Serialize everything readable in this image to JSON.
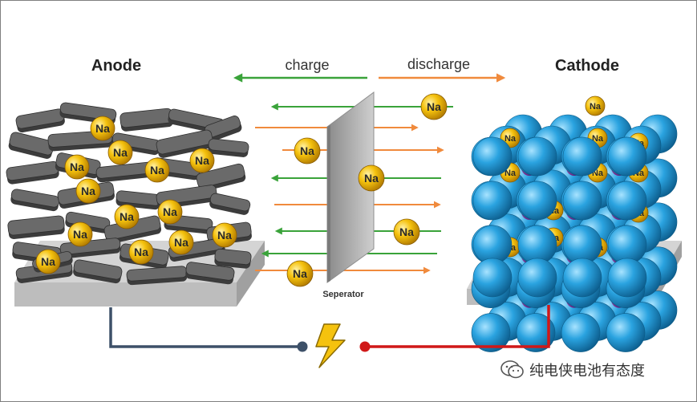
{
  "labels": {
    "anode": "Anode",
    "cathode": "Cathode",
    "charge": "charge",
    "discharge": "discharge",
    "separator": "Seperator",
    "sodium": "Na"
  },
  "watermark": {
    "text": "纯电侠电池有态度",
    "icon": "wechat-icon"
  },
  "colors": {
    "charge_arrow": "#3aa33a",
    "discharge_arrow": "#f08a3c",
    "anode_wire": "#3d5068",
    "cathode_wire": "#d01818",
    "sodium_ion": "#f2b705",
    "cathode_sphere": "#2aa3e0",
    "cathode_dopant": "#8e2aa8",
    "graphite_flake": "#5b5b5b",
    "base_plate": "#bdbdbd",
    "separator": "#a7a7a7",
    "lightning": "#f5c20e"
  }
}
